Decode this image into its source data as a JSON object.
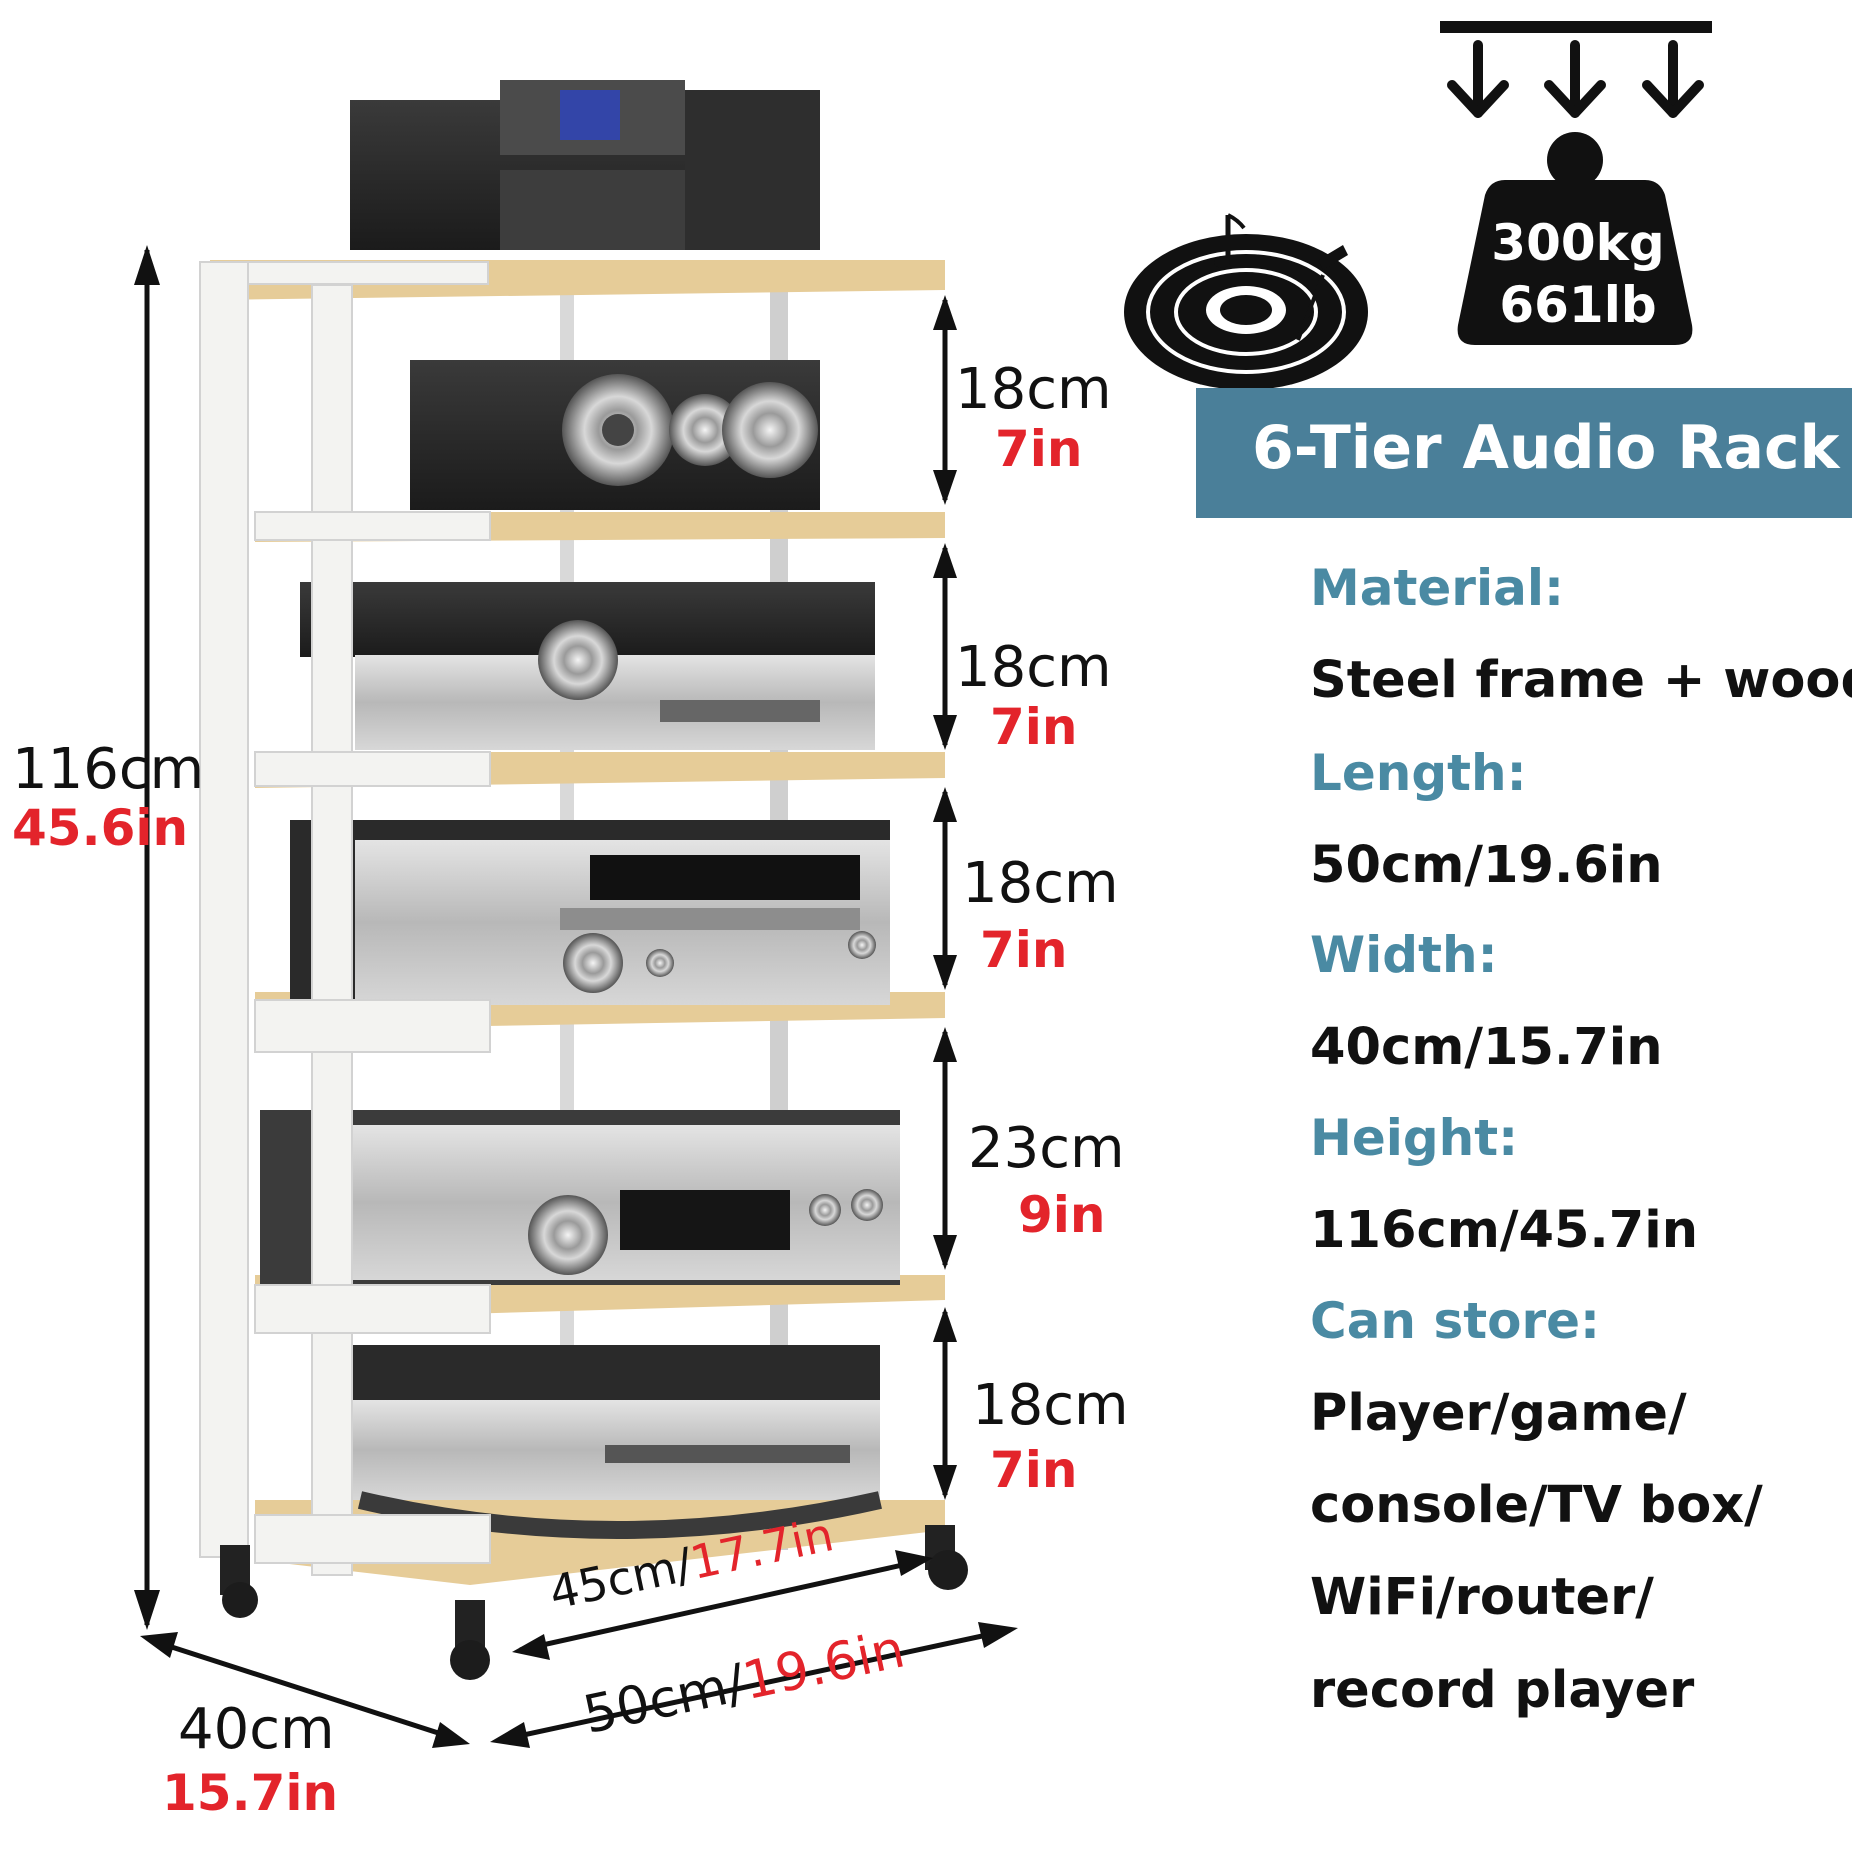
{
  "title": "6-Tier Audio Rack",
  "load": {
    "kg": "300kg",
    "lb": "661lb",
    "icon": "weight-icon"
  },
  "spec_items": [
    {
      "label": "Material:",
      "value": "Steel frame + wood"
    },
    {
      "label": "Length:",
      "value": "50cm/19.6in"
    },
    {
      "label": "Width:",
      "value": "40cm/15.7in"
    },
    {
      "label": "Height:",
      "value": "116cm/45.7in"
    },
    {
      "label": "Can store:",
      "value_lines": [
        "Player/game/",
        "console/TV box/",
        "WiFi/router/",
        "record player"
      ]
    }
  ],
  "dimensions": {
    "total_height": {
      "cm": "116cm",
      "in": "45.6in"
    },
    "tier_gaps": [
      {
        "cm": "18cm",
        "in": "7in"
      },
      {
        "cm": "18cm",
        "in": "7in"
      },
      {
        "cm": "18cm",
        "in": "7in"
      },
      {
        "cm": "23cm",
        "in": "9in"
      },
      {
        "cm": "18cm",
        "in": "7in"
      }
    ],
    "inner_width": {
      "cm": "45cm/",
      "in": "17.7in"
    },
    "length": {
      "cm": "50cm/",
      "in": "19.6in"
    },
    "depth": {
      "cm": "40cm",
      "in": "15.7in"
    }
  },
  "colors": {
    "accent": "#4a7f99",
    "label_blue": "#4a8aa3",
    "inch_red": "#e3242b",
    "wood": "#e6cc98",
    "frame": "#f3f3f1"
  }
}
